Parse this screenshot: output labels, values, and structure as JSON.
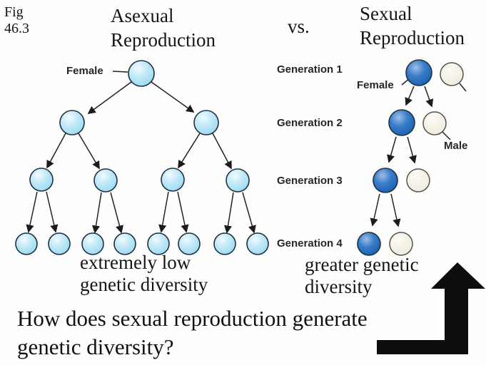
{
  "fig": {
    "line1": "Fig",
    "line2": "46.3"
  },
  "vs_label": "vs.",
  "asexual": {
    "title_line1": "Asexual",
    "title_line2": "Reproduction",
    "female_label": "Female",
    "caption_line1": "extremely low",
    "caption_line2": "genetic diversity"
  },
  "sexual": {
    "title_line1": "Sexual",
    "title_line2": "Reproduction",
    "female_label": "Female",
    "male_label": "Male",
    "generations": [
      "Generation 1",
      "Generation 2",
      "Generation 3",
      "Generation 4"
    ],
    "caption_line1": "greater genetic",
    "caption_line2": "diversity"
  },
  "question_line1": "How does sexual reproduction generate",
  "question_line2": "genetic diversity?",
  "colors": {
    "asexual_offspring_fill": "#9fdcf3",
    "asexual_highlight": "#eefaff",
    "female_fill": "#1c69bc",
    "female_highlight": "#9cc0e8",
    "male_fill": "#f1eee0",
    "circle_outline": "#203040",
    "male_outline": "#55534a",
    "arrow_color": "#1c1c1c"
  }
}
